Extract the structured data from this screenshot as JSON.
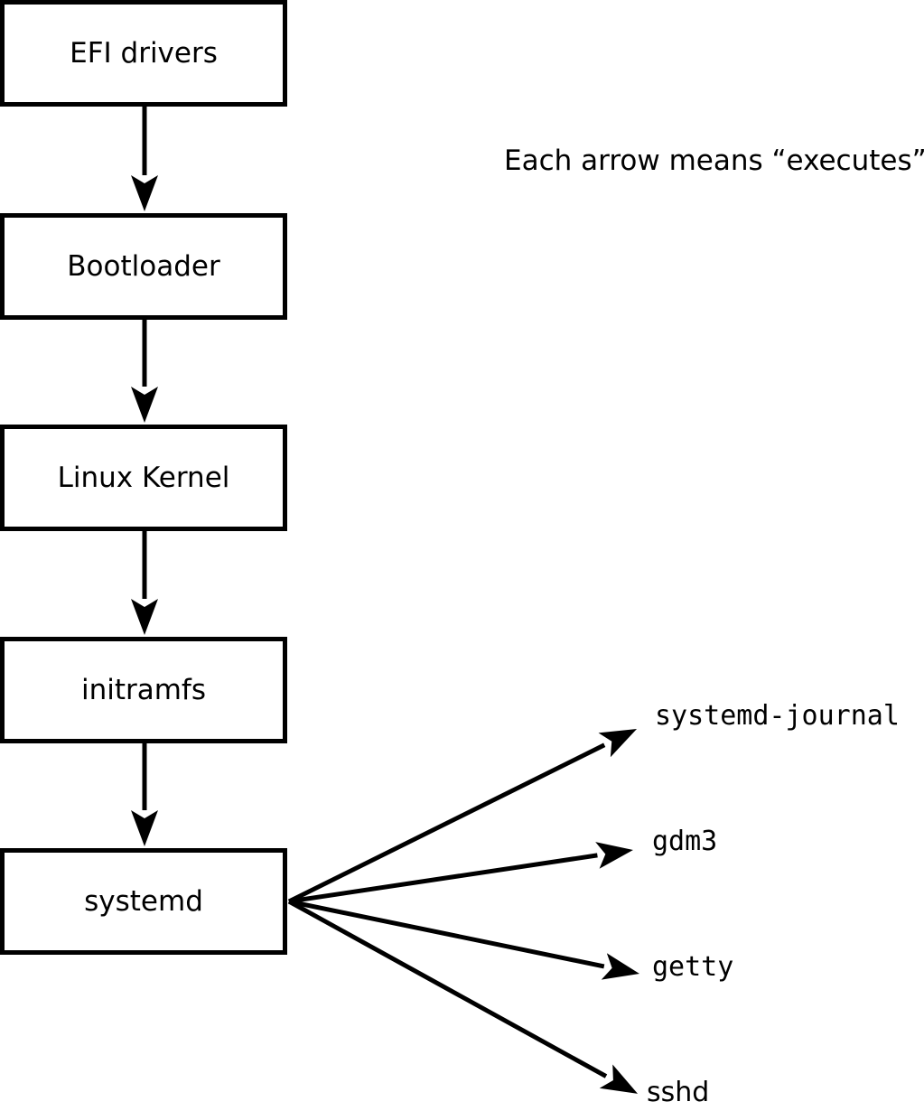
{
  "note": {
    "text": "Each arrow means “executes”."
  },
  "chain": [
    {
      "label": "EFI drivers"
    },
    {
      "label": "Bootloader"
    },
    {
      "label": "Linux Kernel"
    },
    {
      "label": "initramfs"
    },
    {
      "label": "systemd"
    }
  ],
  "spawned": [
    {
      "label": "systemd-journal"
    },
    {
      "label": "gdm3"
    },
    {
      "label": "getty"
    },
    {
      "label": "sshd"
    }
  ],
  "arrow_meaning": "executes",
  "colors": {
    "line": "#000000",
    "box_border": "#000000",
    "box_fill": "#ffffff",
    "text": "#000000",
    "background": "#ffffff"
  }
}
